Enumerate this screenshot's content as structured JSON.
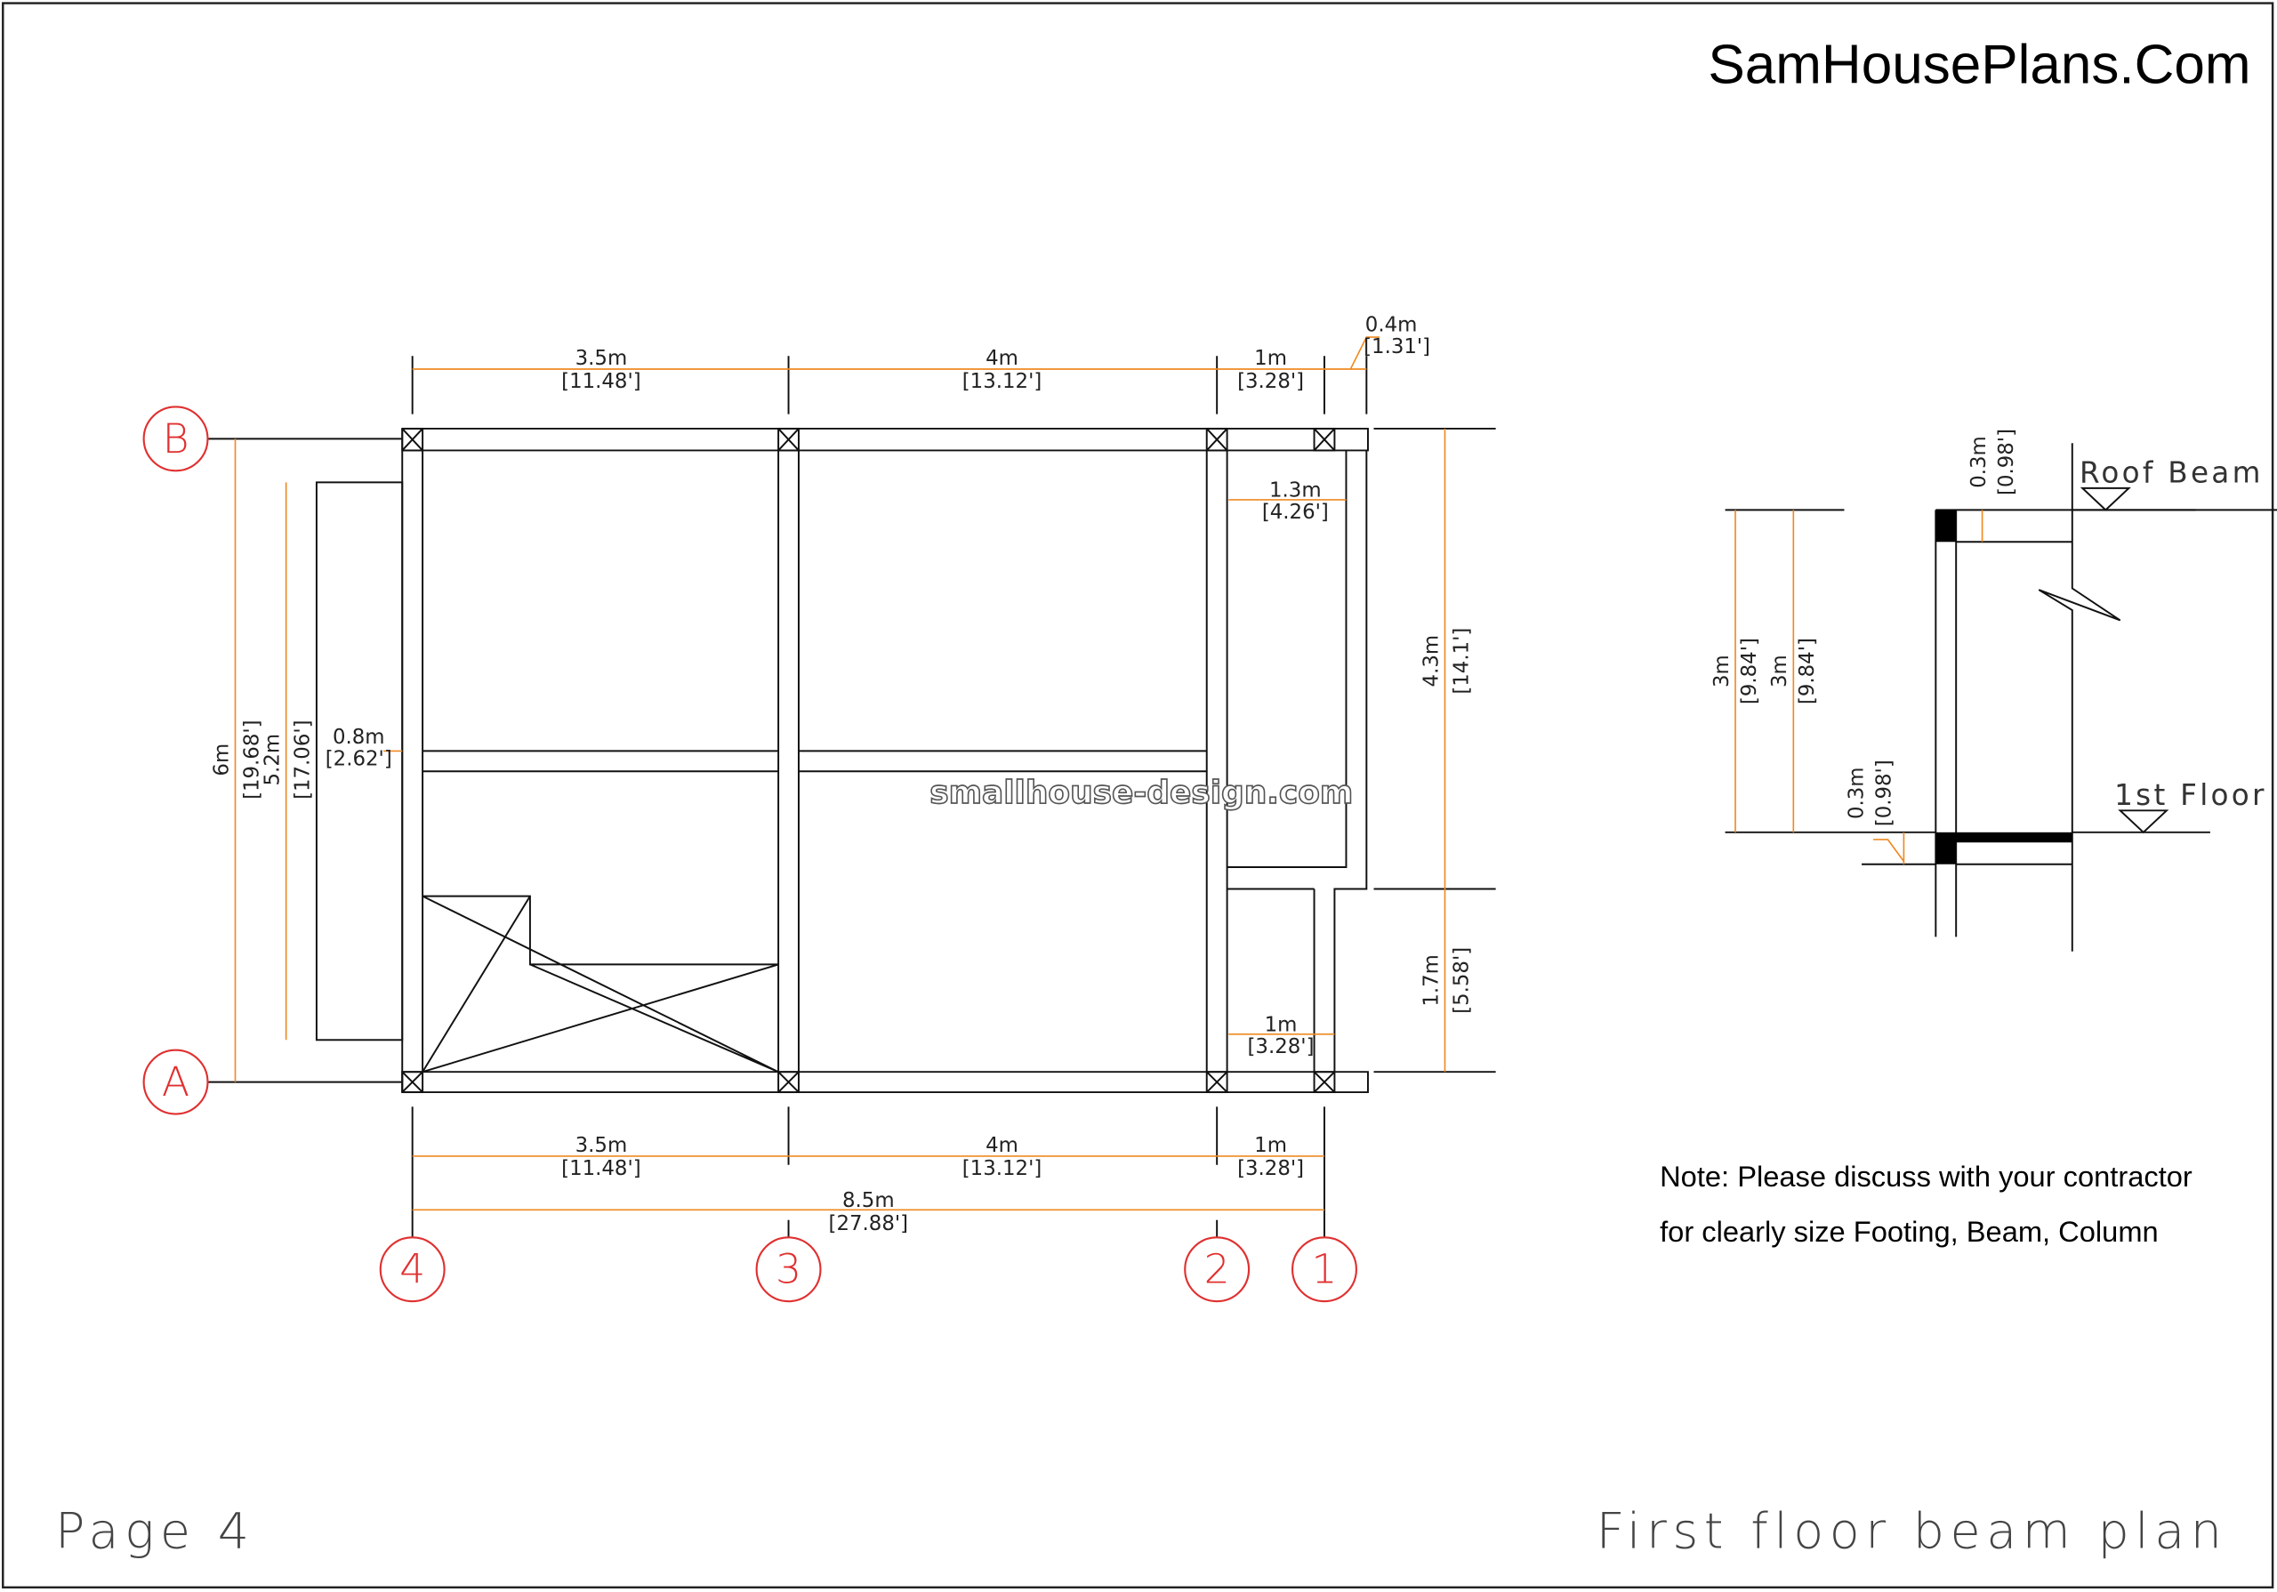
{
  "brand": "SamHousePlans.Com",
  "watermark": "smallhouse-design.com",
  "page_label": "Page 4",
  "drawing_title": "First floor beam plan",
  "note": {
    "line1": "Note: Please discuss with your contractor",
    "line2": "for clearly size Footing, Beam, Column"
  },
  "grid_labels": {
    "rows": [
      "B",
      "A"
    ],
    "cols": [
      "4",
      "3",
      "2",
      "1"
    ]
  },
  "dims_top": [
    {
      "m": "3.5m",
      "ft": "[11.48']"
    },
    {
      "m": "4m",
      "ft": "[13.12']"
    },
    {
      "m": "1m",
      "ft": "[3.28']"
    },
    {
      "m": "0.4m",
      "ft": "[1.31']"
    }
  ],
  "dims_bottom": [
    {
      "m": "3.5m",
      "ft": "[11.48']"
    },
    {
      "m": "4m",
      "ft": "[13.12']"
    },
    {
      "m": "1m",
      "ft": "[3.28']"
    },
    {
      "m": "8.5m",
      "ft": "[27.88']"
    }
  ],
  "dims_left": [
    {
      "m": "6m",
      "ft": "[19.68']"
    },
    {
      "m": "5.2m",
      "ft": "[17.06']"
    },
    {
      "m": "0.8m",
      "ft": "[2.62']"
    }
  ],
  "dims_right": [
    {
      "m": "4.3m",
      "ft": "[14.1']"
    },
    {
      "m": "1.7m",
      "ft": "[5.58']"
    }
  ],
  "dims_inner": [
    {
      "m": "1.3m",
      "ft": "[4.26']"
    },
    {
      "m": "1m",
      "ft": "[3.28']"
    }
  ],
  "section": {
    "roof_label": "Roof Beam",
    "floor_label": "1st Floor",
    "dims": [
      {
        "m": "3m",
        "ft": "[9.84']"
      },
      {
        "m": "3m",
        "ft": "[9.84']"
      },
      {
        "m": "0.3m",
        "ft": "[0.98']"
      },
      {
        "m": "0.3m",
        "ft": "[0.98']"
      }
    ]
  },
  "colors": {
    "dimension": "#ee8a22",
    "grid": "#e03030",
    "line": "#111111"
  }
}
